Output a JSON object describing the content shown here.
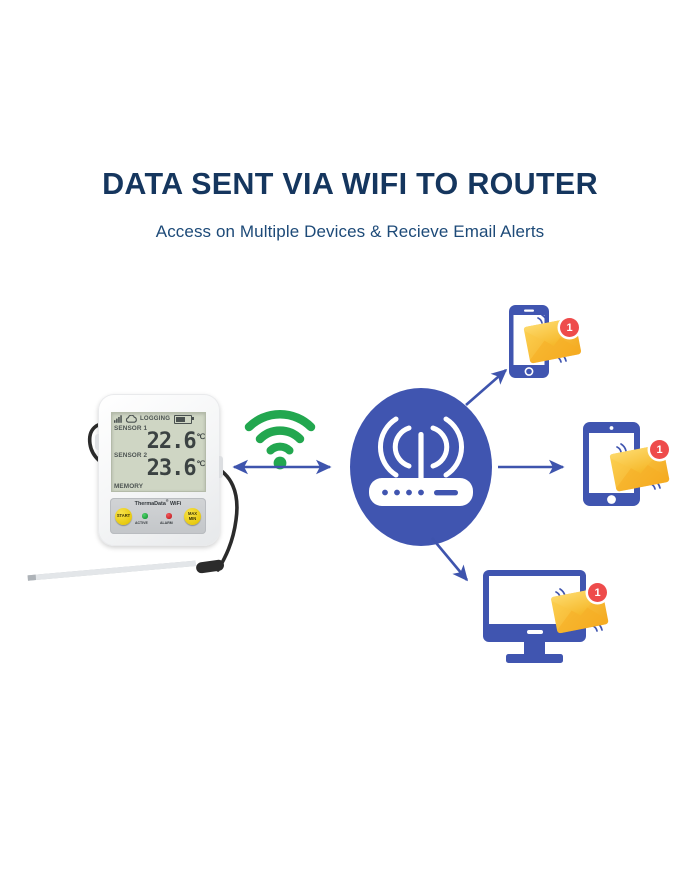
{
  "header": {
    "title": "DATA SENT VIA WIFI TO ROUTER",
    "subtitle": "Access on Multiple Devices & Recieve Email Alerts"
  },
  "colors": {
    "title": "#15365e",
    "subtitle": "#1d4a78",
    "brand_blue": "#4055b0",
    "arrow_blue": "#3e54ad",
    "wifi_green": "#22a74f",
    "envelope_yellow": "#f7b731",
    "envelope_yellow_light": "#fbc93d",
    "badge_red": "#ee4b4b",
    "lcd_green": "#cfd6c4",
    "button_yellow": "#e8ca10",
    "led_active_green": "#1c9a35",
    "led_alarm_red": "#c4191e"
  },
  "device": {
    "name": "ThermaData WiFi data logger",
    "lcd": {
      "status_icons": [
        "wifi-signal-icon",
        "cloud-icon",
        "battery-icon"
      ],
      "logging_label": "LOGGING",
      "sensor1_label": "SENSOR 1",
      "sensor1_value": "22.6",
      "sensor1_unit": "℃",
      "sensor2_label": "SENSOR 2",
      "sensor2_value": "23.6",
      "sensor2_unit": "℃",
      "memory_label": "MEMORY"
    },
    "panel": {
      "brand": "ThermaData",
      "brand_sup": "®",
      "brand_suffix": " WiFi",
      "start_button": "START",
      "maxmin_button_line1": "MAX",
      "maxmin_button_line2": "MIN",
      "active_led_label": "ACTIVE",
      "alarm_led_label": "ALARM"
    },
    "probe_label": "temperature-probe"
  },
  "links": {
    "wifi_icon_label": "wifi-signal",
    "device_to_router": "bidirectional-arrow",
    "router_to_phone": "arrow-up-right",
    "router_to_tablet": "arrow-right",
    "router_to_desktop": "arrow-down-right"
  },
  "router": {
    "icon": "wifi-router-icon",
    "led_count": 4
  },
  "devices": [
    {
      "id": "phone",
      "icon": "smartphone-icon",
      "badge_count": "1"
    },
    {
      "id": "tablet",
      "icon": "tablet-icon",
      "badge_count": "1"
    },
    {
      "id": "desktop",
      "icon": "desktop-monitor-icon",
      "badge_count": "1"
    }
  ]
}
